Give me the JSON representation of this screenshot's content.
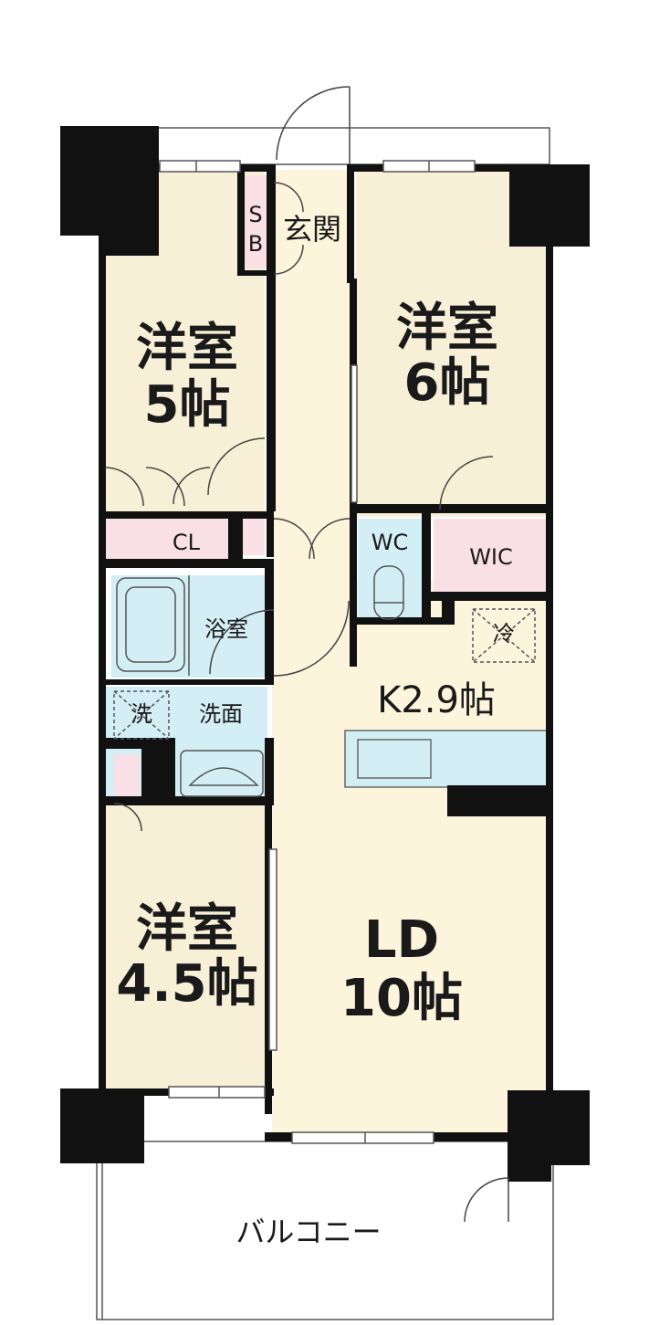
{
  "rooms": {
    "bedroom_5": {
      "name": "洋室",
      "size": "5帖"
    },
    "bedroom_6": {
      "name": "洋室",
      "size": "6帖"
    },
    "bedroom_45": {
      "name": "洋室",
      "size": "4.5帖"
    },
    "ld": {
      "name": "LD",
      "size": "10帖"
    },
    "kitchen": {
      "name": "K2.9帖"
    },
    "entrance": {
      "name": "玄関"
    },
    "shoe_box": {
      "line1": "S",
      "line2": "B"
    },
    "closet": {
      "name": "CL"
    },
    "wc": {
      "name": "WC"
    },
    "wic": {
      "name": "WIC"
    },
    "bathroom": {
      "name": "浴室"
    },
    "washroom": {
      "name": "洗面"
    },
    "washer": {
      "name": "洗"
    },
    "fridge": {
      "name": "冷"
    },
    "balcony": {
      "name": "バルコニー"
    }
  },
  "colors": {
    "room_fill": "#fdf4dc",
    "bedroom_fill": "#f7f0d6",
    "wet_fill": "#d4eef6",
    "storage_fill": "#f9dfe6",
    "wall": "#111111"
  }
}
